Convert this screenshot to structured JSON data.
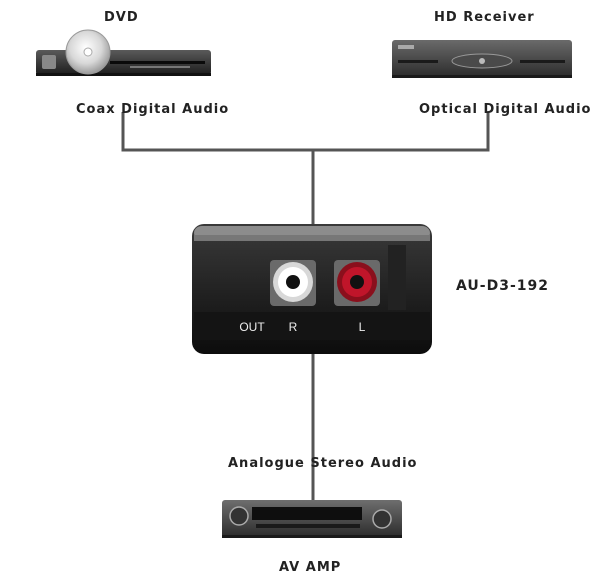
{
  "devices": {
    "dvd": {
      "name": "DVD",
      "connection": "Coax  Digital Audio"
    },
    "hd_receiver": {
      "name": "HD Receiver",
      "connection": "Optical  Digital Audio"
    },
    "converter": {
      "name": "AU-D3-192",
      "port_out": "OUT",
      "port_r": "R",
      "port_l": "L"
    },
    "av_amp": {
      "name": "AV AMP",
      "connection": "Analogue  Stereo Audio"
    }
  },
  "colors": {
    "cable": "#555555",
    "device_body": "#2a2a2a",
    "rca_red": "#c0152a",
    "rca_white": "#ffffff"
  }
}
